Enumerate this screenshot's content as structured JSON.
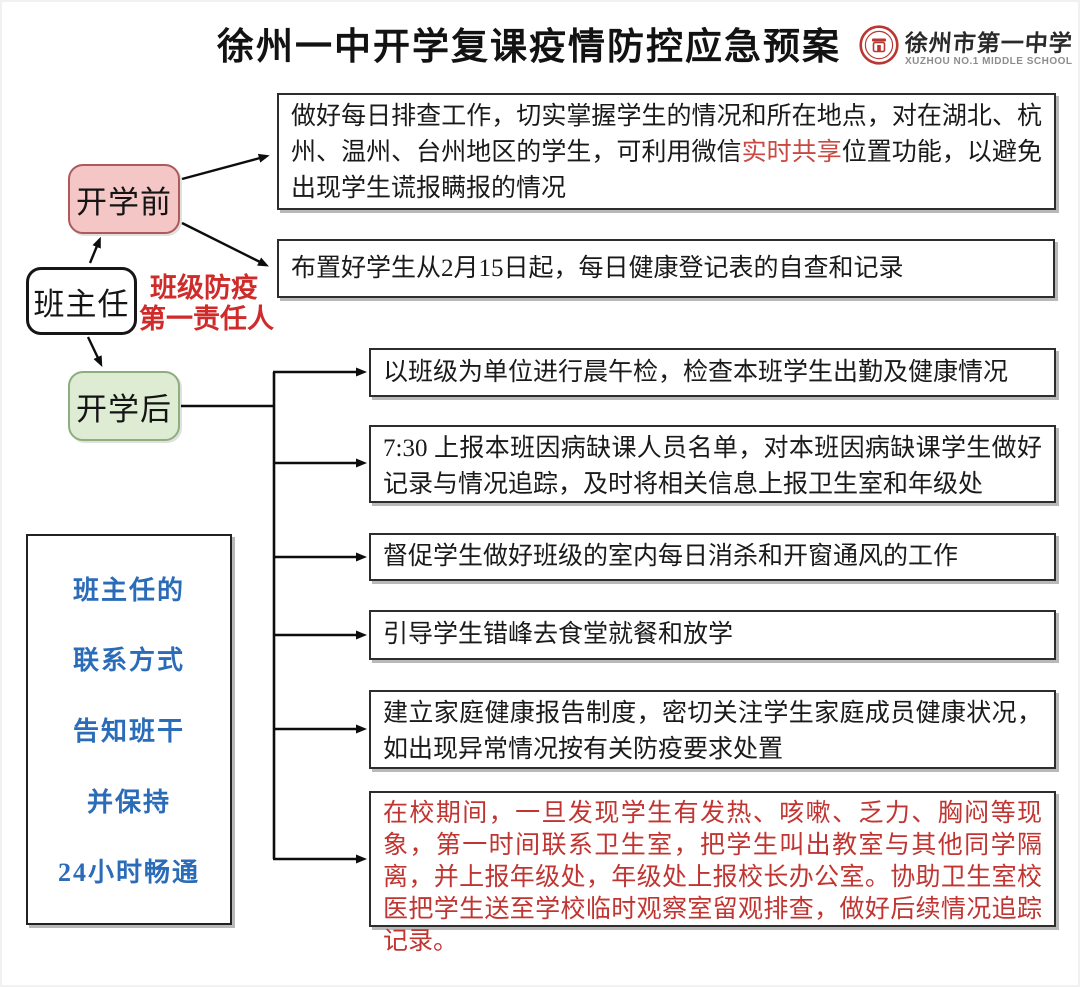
{
  "title": "徐州一中开学复课疫情防控应急预案",
  "logo": {
    "school_name": "徐州市第一中学",
    "school_name_en": "XUZHOU  NO.1  MIDDLE  SCHOOL",
    "seal_color": "#b93632"
  },
  "colors": {
    "before_box_bg": "#f4c6c6",
    "before_box_border": "#ad5a5a",
    "after_box_bg": "#dfecd4",
    "after_box_border": "#8fae7e",
    "red_text": "#c9453e",
    "blue_text": "#2b6cb8",
    "line_color": "#0d0d0d"
  },
  "nodes": {
    "teacher": "班主任",
    "teacher_note_line1": "班级防疫",
    "teacher_note_line2": "第一责任人",
    "before_school": "开学前",
    "after_school": "开学后"
  },
  "before_tasks": [
    {
      "pre": "做好每日排查工作，切实掌握学生的情况和所在地点，对在湖北、杭州、温州、台州地区的学生，可利用微信",
      "highlight": "实时共享",
      "post": "位置功能，以避免出现学生谎报瞒报的情况"
    },
    {
      "text": "布置好学生从2月15日起，每日健康登记表的自查和记录"
    }
  ],
  "after_tasks": [
    "以班级为单位进行晨午检，检查本班学生出勤及健康情况",
    "7:30 上报本班因病缺课人员名单，对本班因病缺课学生做好记录与情况追踪，及时将相关信息上报卫生室和年级处",
    "督促学生做好班级的室内每日消杀和开窗通风的工作",
    "引导学生错峰去食堂就餐和放学",
    "建立家庭健康报告制度，密切关注学生家庭成员健康状况，如出现异常情况按有关防疫要求处置",
    "在校期间，一旦发现学生有发热、咳嗽、乏力、胸闷等现象，第一时间联系卫生室，把学生叫出教室与其他同学隔离，并上报年级处，年级处上报校长办公室。协助卫生室校医把学生送至学校临时观察室留观排查，做好后续情况追踪记录。"
  ],
  "contact_note": {
    "lines": [
      "班主任的",
      "联系方式",
      "告知班干",
      "并保持",
      "24小时畅通"
    ]
  }
}
